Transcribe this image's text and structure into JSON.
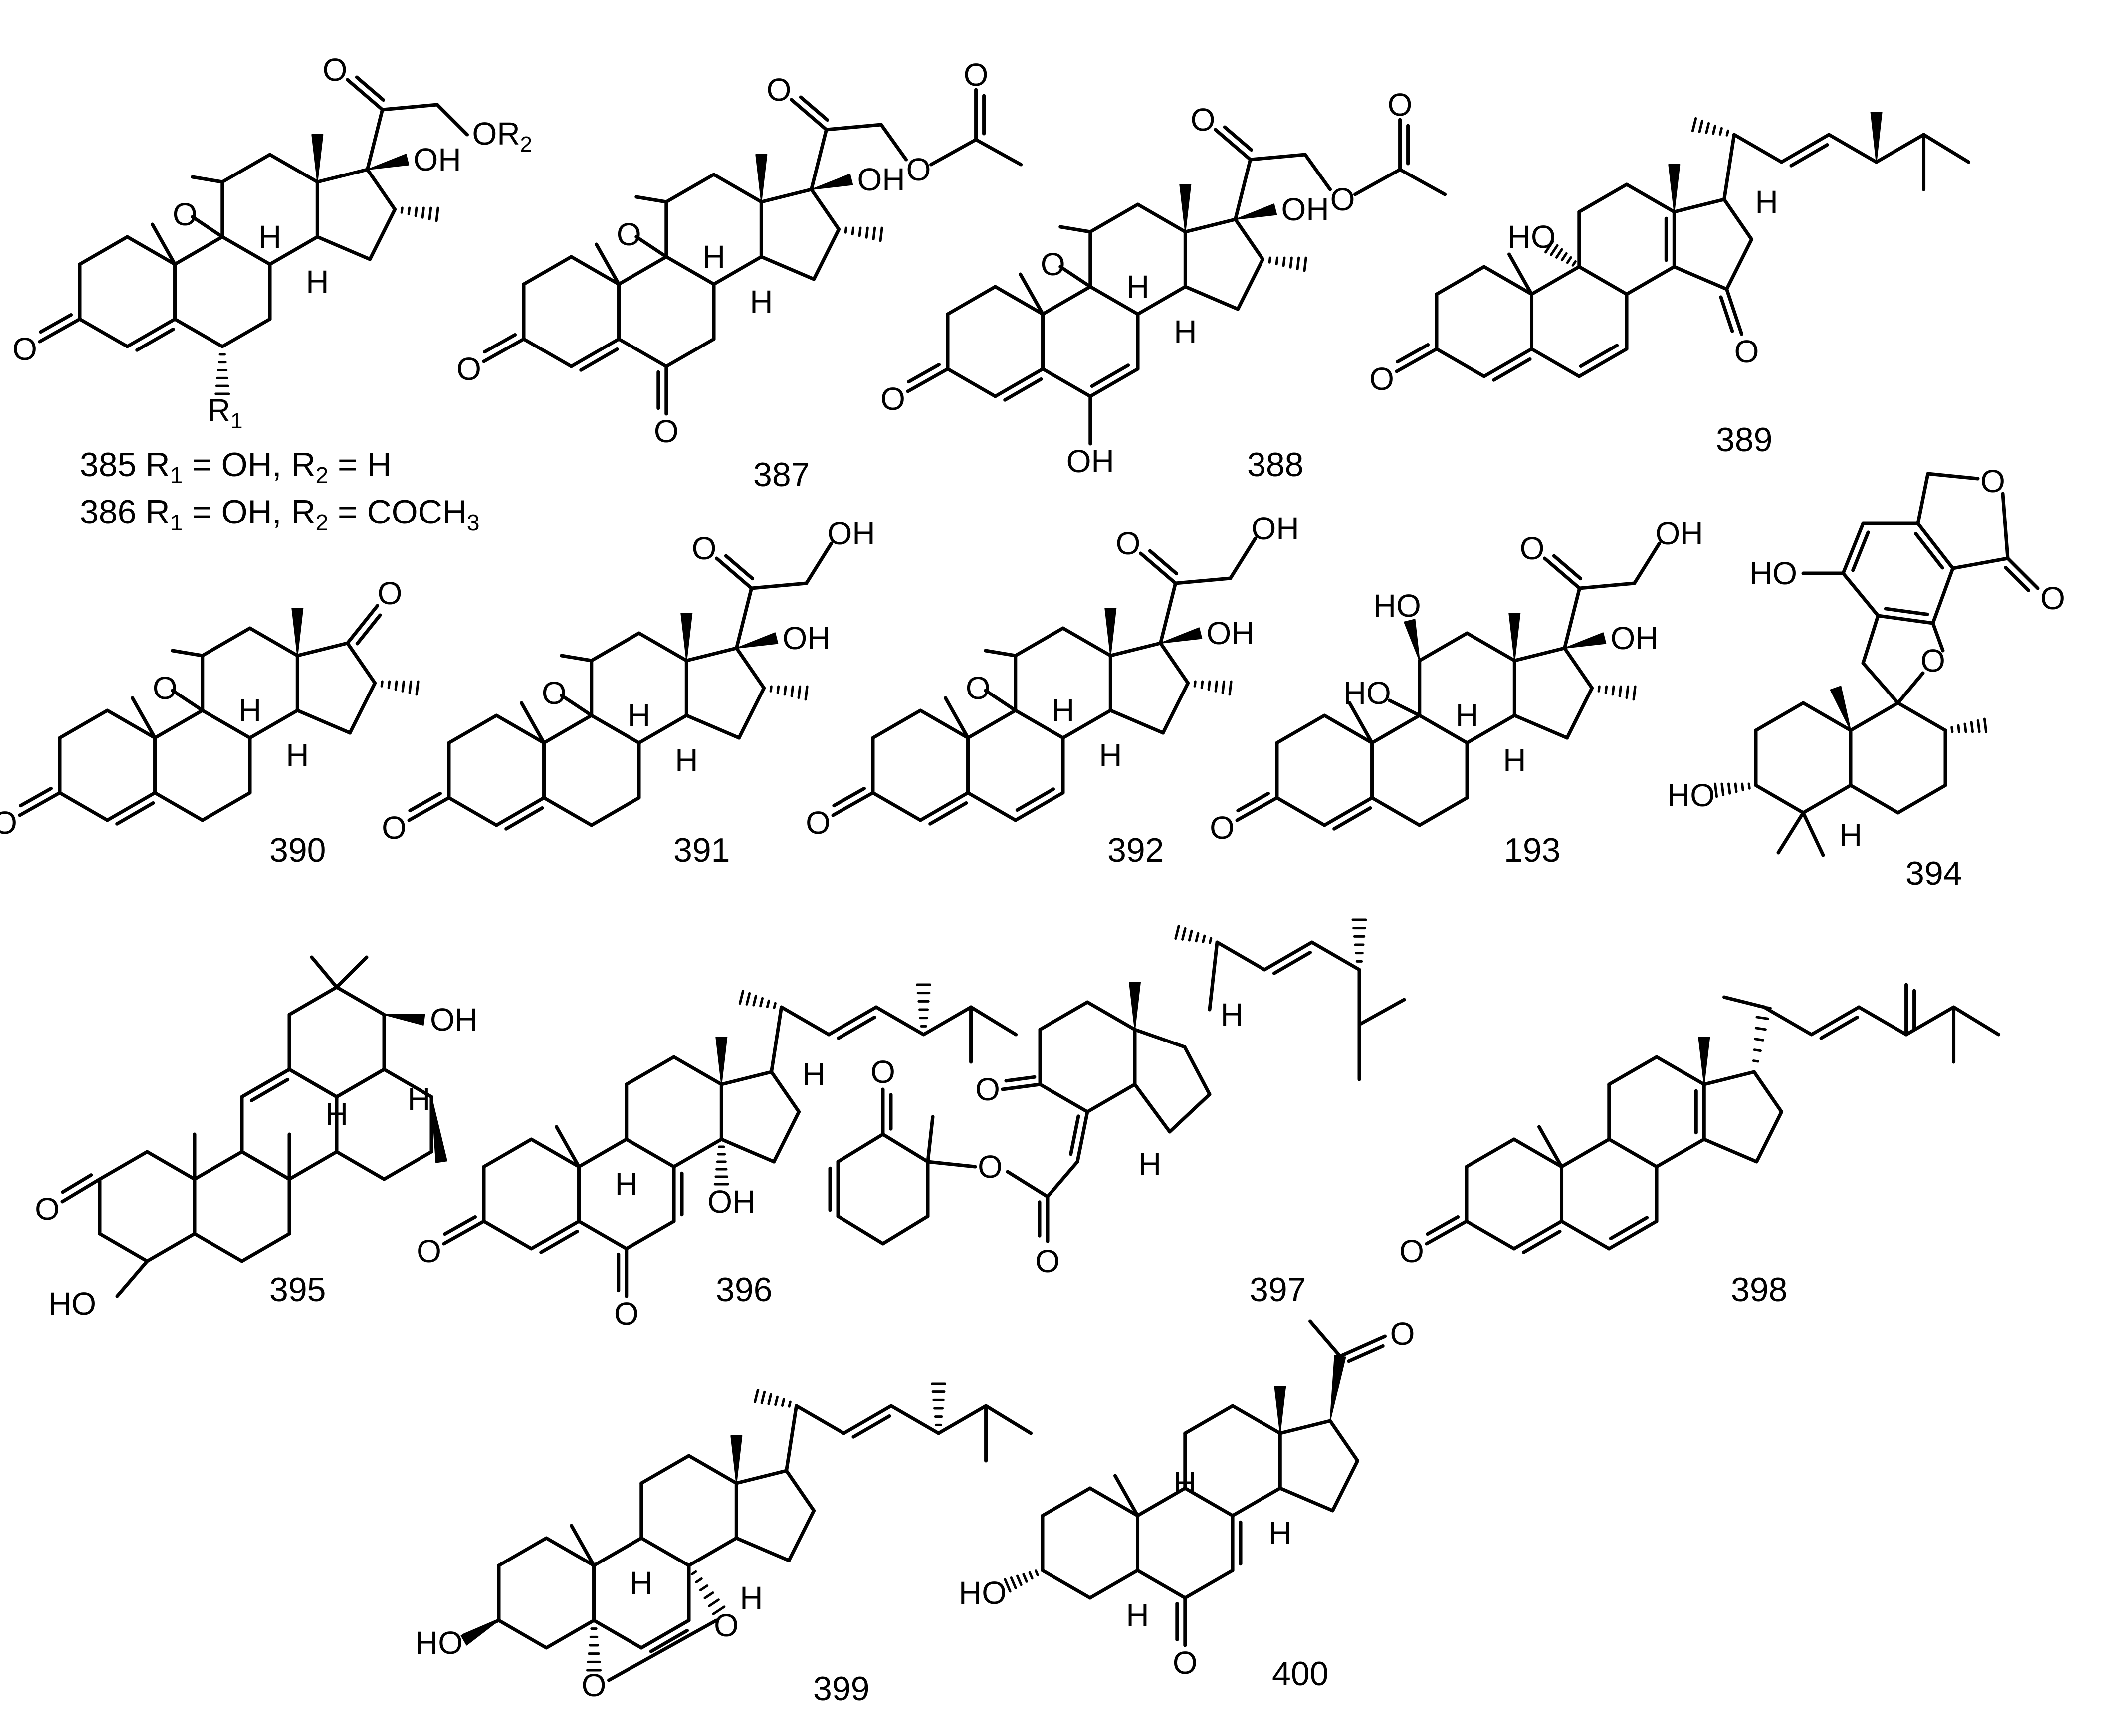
{
  "compounds": [
    {
      "id": "c385",
      "number": "385"
    },
    {
      "id": "c386",
      "number": "386"
    },
    {
      "id": "c387",
      "number": "387"
    },
    {
      "id": "c388",
      "number": "388"
    },
    {
      "id": "c389",
      "number": "389"
    },
    {
      "id": "c390",
      "number": "390"
    },
    {
      "id": "c391",
      "number": "391"
    },
    {
      "id": "c392",
      "number": "392"
    },
    {
      "id": "c193",
      "number": "193"
    },
    {
      "id": "c394",
      "number": "394"
    },
    {
      "id": "c395",
      "number": "395"
    },
    {
      "id": "c396",
      "number": "396"
    },
    {
      "id": "c397",
      "number": "397"
    },
    {
      "id": "c398",
      "number": "398"
    },
    {
      "id": "c399",
      "number": "399"
    },
    {
      "id": "c400",
      "number": "400"
    }
  ],
  "substituents": {
    "row_385": {
      "r1": "R",
      "r1_sub": "1",
      "eq1": " = OH, ",
      "r2": "R",
      "r2_sub": "2",
      "eq2": " = H"
    },
    "row_386": {
      "r1": "R",
      "r1_sub": "1",
      "eq1": " = OH, ",
      "r2": "R",
      "r2_sub": "2",
      "eq2": " = COCH",
      "ch3_sub": "3"
    }
  },
  "atom_labels": {
    "O": "O",
    "OH": "OH",
    "HO": "HO",
    "H": "H",
    "OR": "OR",
    "R": "R",
    "sub1": "1",
    "sub2": "2"
  }
}
